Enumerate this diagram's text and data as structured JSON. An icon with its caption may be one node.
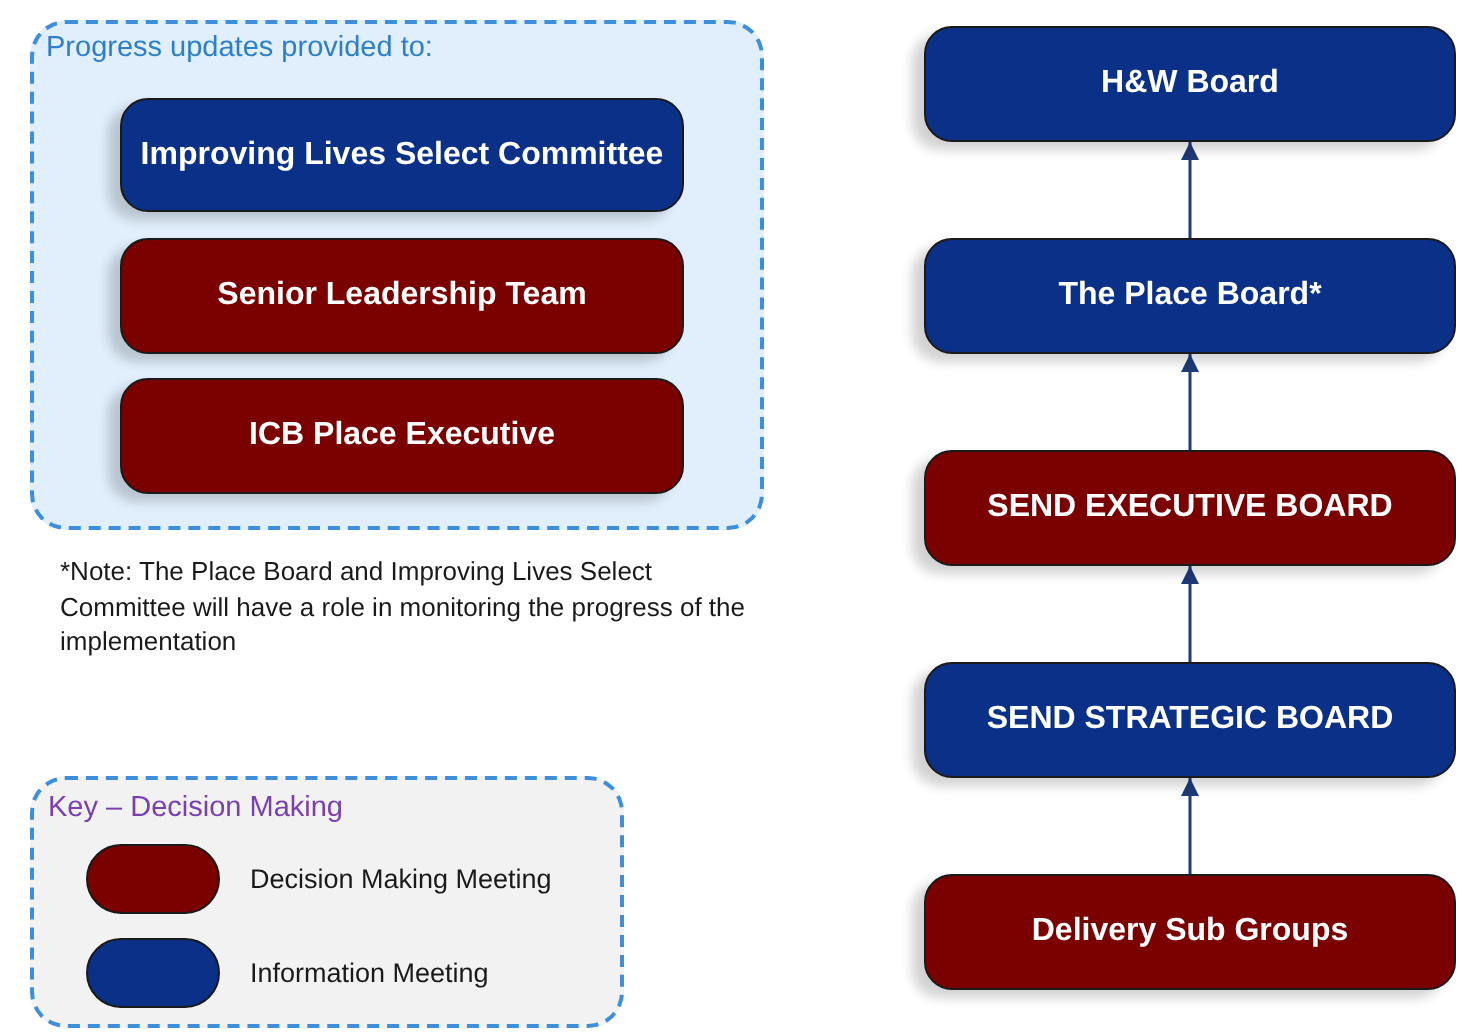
{
  "diagram": {
    "nodes": [
      {
        "text": [
          "Progress updates provided to:"
        ]
      },
      {
        "text": [
          "Improving Lives Select Committee"
        ],
        "in": 0
      },
      {
        "text": [
          "Senior Leadership Team"
        ],
        "in": 0
      },
      {
        "text": [
          "ICB Place Executive"
        ],
        "in": 0
      },
      {
        "text": [
          "H&W Board"
        ]
      },
      {
        "text": [
          "The Place Board*"
        ]
      },
      {
        "text": [
          "SEND EXECUTIVE BOARD"
        ]
      },
      {
        "text": [
          "SEND STRATEGIC BOARD"
        ]
      },
      {
        "text": [
          "Delivery Sub Groups"
        ]
      }
    ],
    "edges": [
      {
        "from": 8,
        "to": 7,
        "arrow": "to"
      },
      {
        "from": 7,
        "to": 6,
        "arrow": "to"
      },
      {
        "from": 6,
        "to": 5,
        "arrow": "to"
      },
      {
        "from": 5,
        "to": 4,
        "arrow": "to"
      }
    ],
    "labels": [
      "*Note: The Place Board and Improving Lives Select Committee will have a role in monitoring the progress of the implementation",
      "Key – Decision Making"
    ],
    "legend": [
      {
        "text": "Decision Making Meeting",
        "color": "#7b0000"
      },
      {
        "text": "Information Meeting",
        "color": "#0b3088"
      }
    ]
  }
}
